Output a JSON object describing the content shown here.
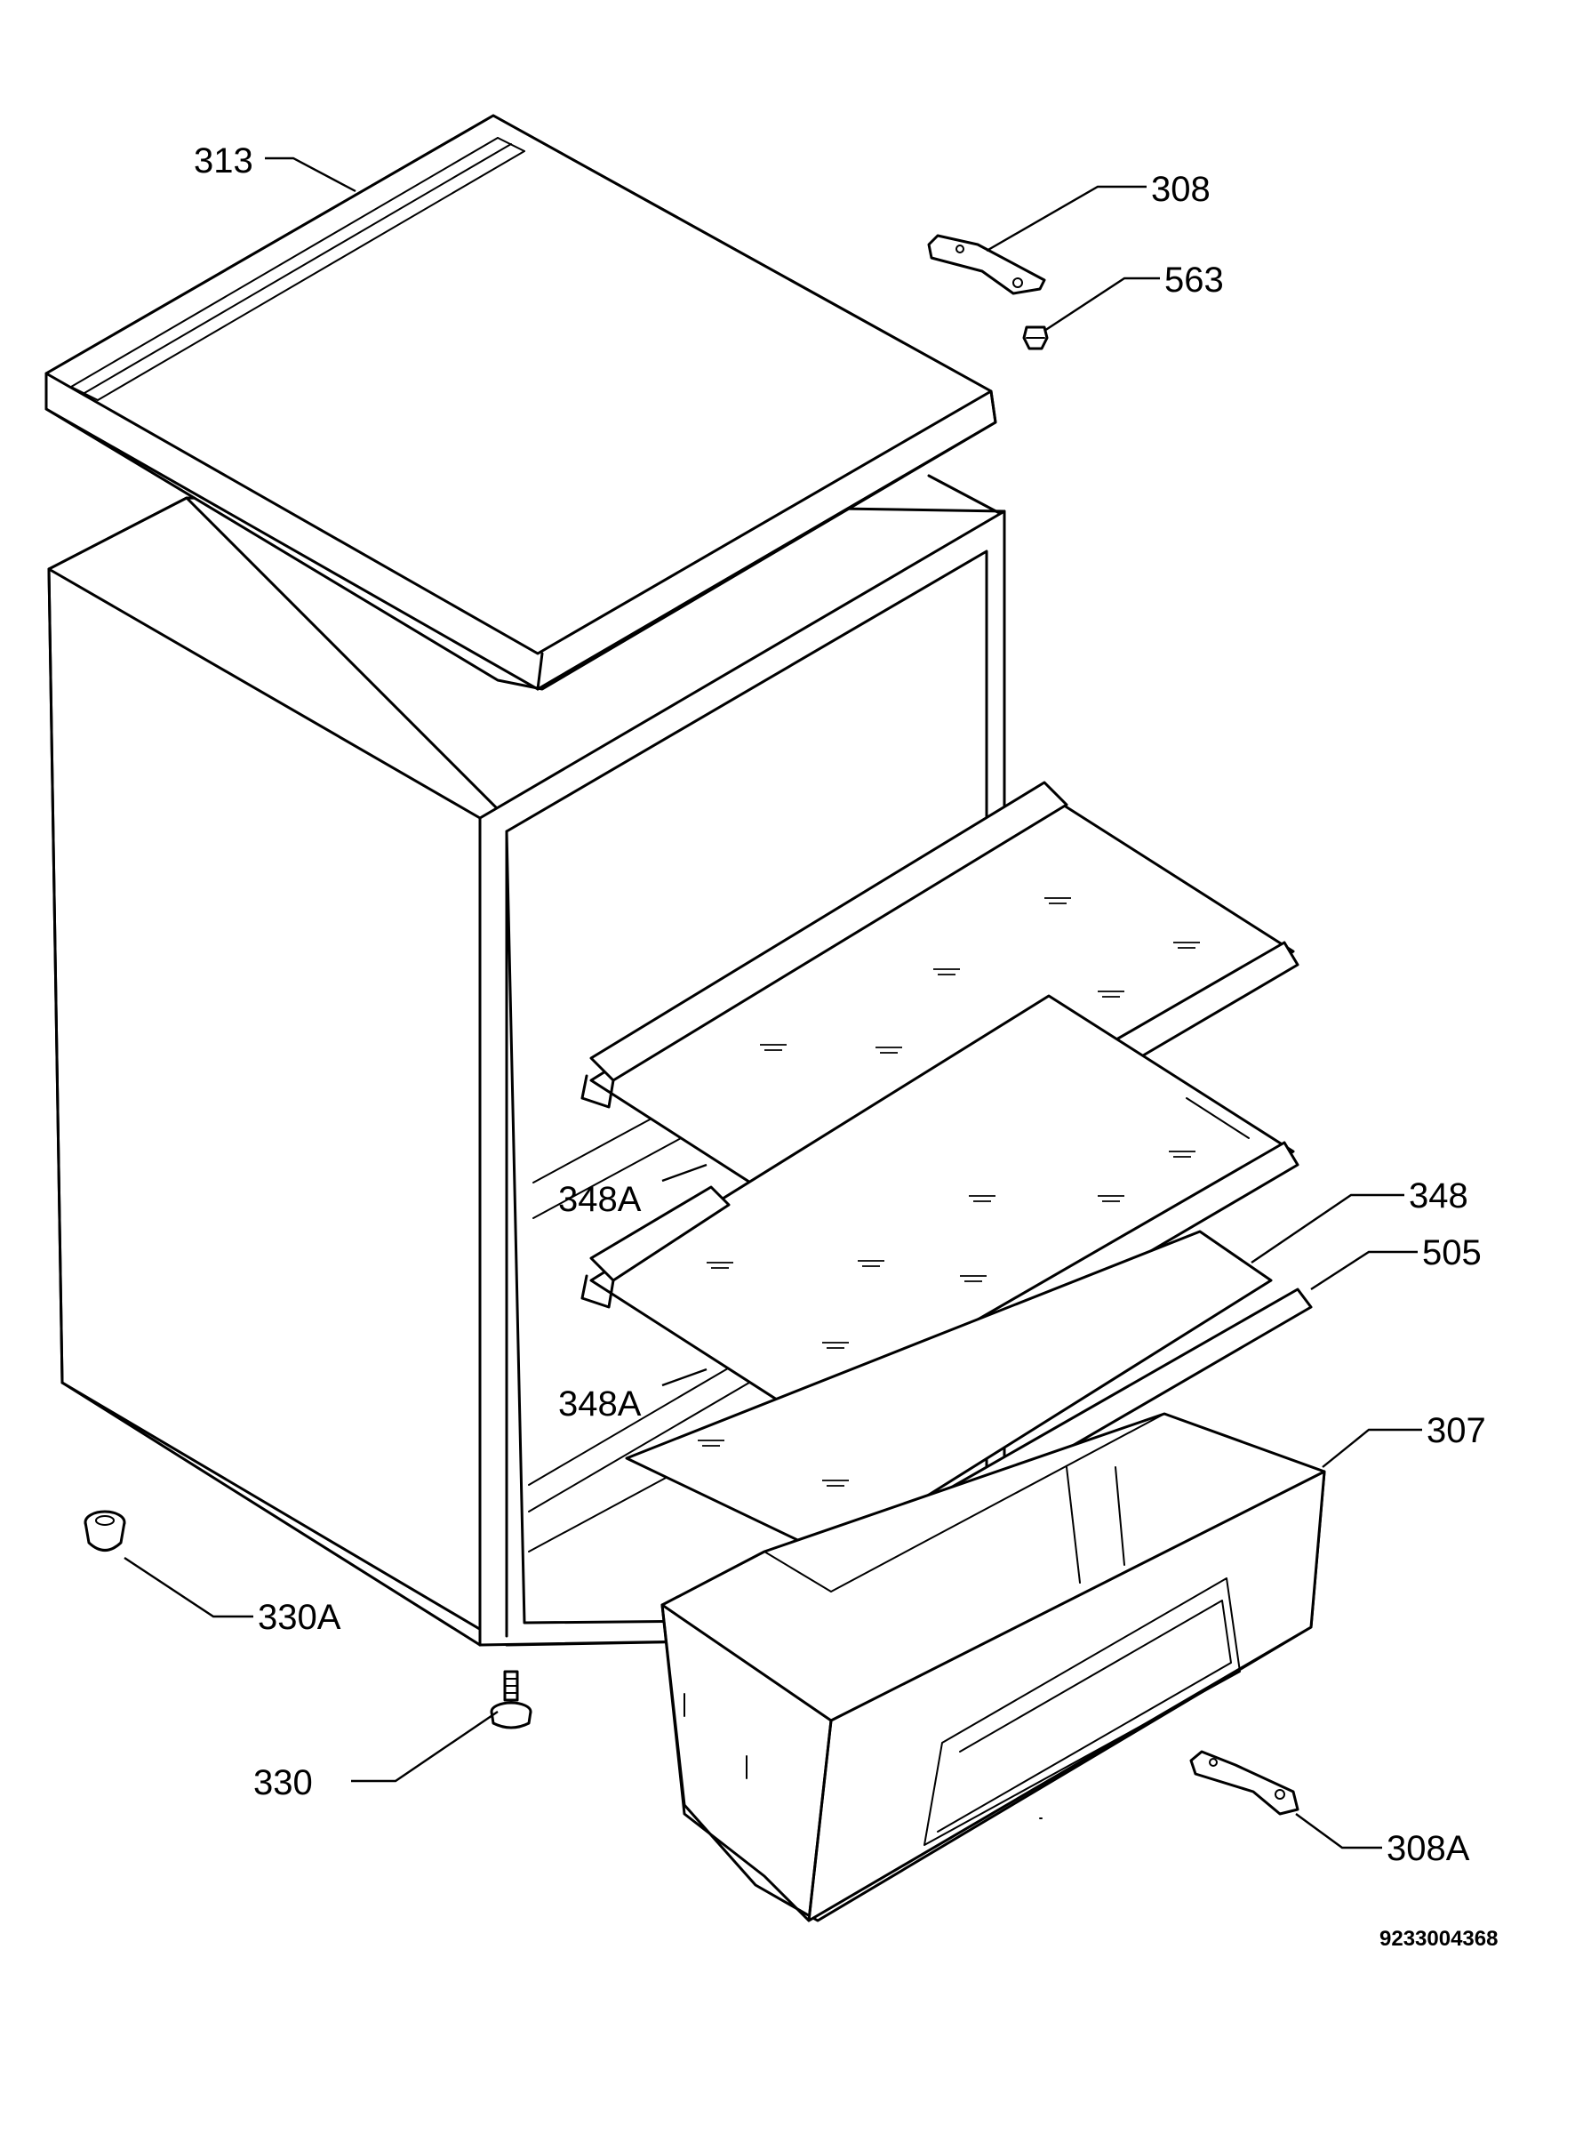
{
  "parts": {
    "p313": {
      "label": "313"
    },
    "p308": {
      "label": "308"
    },
    "p563": {
      "label": "563"
    },
    "p348A1": {
      "label": "348A"
    },
    "p348": {
      "label": "348"
    },
    "p505": {
      "label": "505"
    },
    "p348A2": {
      "label": "348A"
    },
    "p307": {
      "label": "307"
    },
    "p330A": {
      "label": "330A"
    },
    "p330": {
      "label": "330"
    },
    "p308A": {
      "label": "308A"
    }
  },
  "drawing_code": "9233004368"
}
